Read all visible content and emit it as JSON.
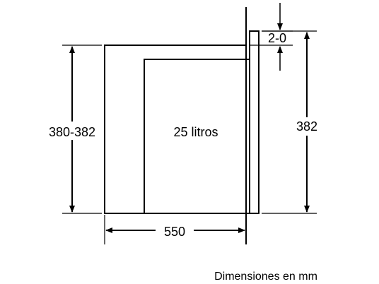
{
  "diagram": {
    "cavity_label": "25 litros",
    "height_left_label": "380-382",
    "height_right_label": "382",
    "depth_label": "550",
    "offset_label": "2-0",
    "caption": "Dimensiones en mm",
    "line_color": "#000000",
    "background_color": "#ffffff"
  }
}
